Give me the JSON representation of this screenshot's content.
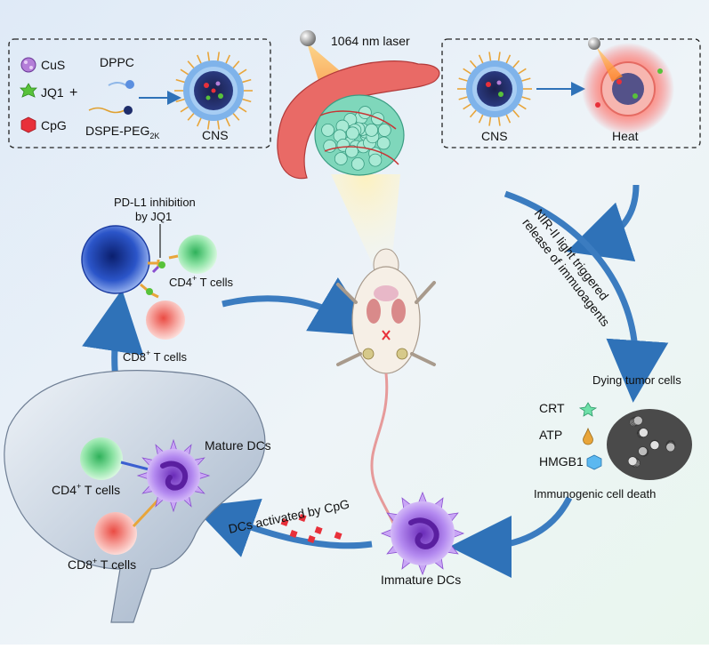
{
  "synthesis_box": {
    "cus_label": "CuS",
    "jq1_label": "JQ1",
    "plus": "+",
    "cpg_label": "CpG",
    "dppc_label": "DPPC",
    "dspe_label": "DSPE-PEG",
    "dspe_subscript": "2K",
    "product_label": "CNS"
  },
  "laser": {
    "label": "1064 nm laser"
  },
  "heat_box": {
    "cns_label": "CNS",
    "heat_label": "Heat"
  },
  "release_arrow": {
    "line1": "NIR-II light triggered",
    "line2": "release of immuoagents"
  },
  "icd": {
    "title": "Dying tumor cells",
    "crt": "CRT",
    "atp": "ATP",
    "hmgb1": "HMGB1",
    "caption": "Immunogenic cell death"
  },
  "immature_dc": {
    "label": "Immature DCs"
  },
  "activation": {
    "label": "DCs activated by CpG"
  },
  "lymph_node": {
    "mature_dcs": "Mature DCs",
    "cd4": "CD4",
    "cd8": "CD8",
    "sup": "+",
    "tcells": " T cells"
  },
  "pdl1": {
    "line1": "PD-L1 inhibition",
    "line2": "by JQ1",
    "cd4": "CD4",
    "cd8": "CD8",
    "sup": "+",
    "tcells": " T cells"
  },
  "colors": {
    "arrow_blue": "#2f72b8",
    "tumor_green": "#5cc6a0",
    "vessel_red": "#d9484a",
    "dc_purple": "#8a4fd0",
    "cd4_green": "#6fd38a",
    "cd8_red": "#f08a86"
  }
}
